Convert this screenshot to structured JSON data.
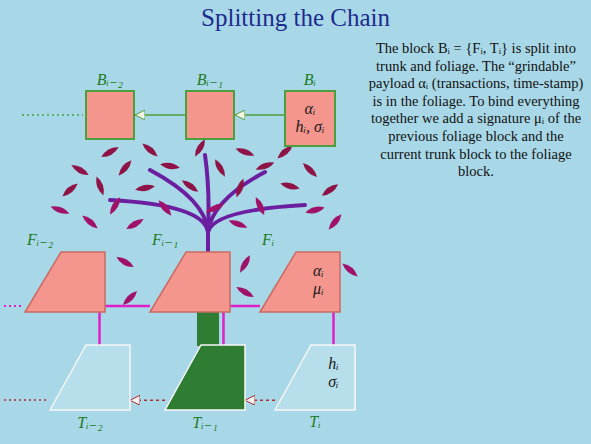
{
  "diagram": {
    "title": "Splitting the Chain",
    "nodes": [
      {
        "text": [
          "Bᵢ₋₂"
        ]
      },
      {
        "text": [
          "Bᵢ₋₁"
        ]
      },
      {
        "text": [
          "Bᵢ",
          "αᵢ",
          "hᵢ, σᵢ"
        ]
      },
      {
        "text": [
          "Fᵢ₋₂"
        ]
      },
      {
        "text": [
          "Fᵢ₋₁"
        ]
      },
      {
        "text": [
          "Fᵢ",
          "αᵢ",
          "μᵢ"
        ]
      },
      {
        "text": [
          "Tᵢ₋₂"
        ]
      },
      {
        "text": [
          "Tᵢ₋₁"
        ]
      },
      {
        "text": [
          "Tᵢ",
          "hᵢ",
          "σᵢ"
        ]
      }
    ],
    "edges": [
      {
        "from": 2,
        "to": 1,
        "arrow": "to"
      },
      {
        "from": 1,
        "to": 0,
        "arrow": "to"
      },
      {
        "from": 8,
        "to": 7,
        "arrow": "to"
      },
      {
        "from": 7,
        "to": 6,
        "arrow": "to"
      },
      {
        "from": 3,
        "to": 4,
        "arrow": "none"
      },
      {
        "from": 4,
        "to": 5,
        "arrow": "none"
      },
      {
        "from": 6,
        "to": 3,
        "arrow": "none"
      },
      {
        "from": 7,
        "to": 4,
        "arrow": "none"
      },
      {
        "from": 8,
        "to": 5,
        "arrow": "none"
      }
    ],
    "labels": [
      "The block Bᵢ = {Fᵢ, Tᵢ} is split into trunk and foliage. The “grindable” payload αᵢ (transactions, time-stamp) is in the foliage. To bind everything together we add a signature μᵢ of the previous foliage block and the current trunk block to the foliage block."
    ]
  }
}
